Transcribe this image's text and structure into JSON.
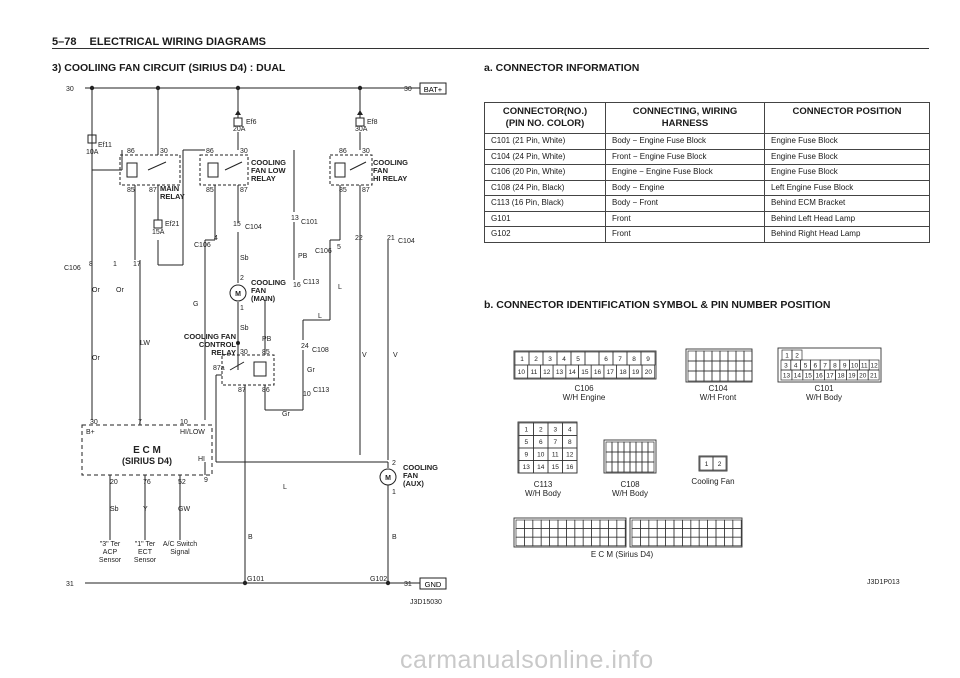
{
  "header": {
    "page_number": "5–78",
    "title": "ELECTRICAL WIRING DIAGRAMS"
  },
  "circuit": {
    "title": "3) COOLIING FAN CIRCUIT (SIRIUS D4) : DUAL",
    "bat_label": "BAT+",
    "gnd_label": "GND",
    "line_30": "30",
    "line_31": "31",
    "code": "J3D15030",
    "fuses": {
      "ef11_name": "Ef11",
      "ef11_amp": "10A",
      "ef6_name": "Ef6",
      "ef6_amp": "20A",
      "ef8_name": "Ef8",
      "ef8_amp": "30A",
      "ef21_name": "Ef21",
      "ef21_amp": "15A"
    },
    "relays": {
      "main": "MAIN\nRELAY",
      "low": "COOLING\nFAN LOW\nRELAY",
      "hi": "COOLING\nFAN\nHI RELAY",
      "control": "COOLING FAN\nCONTROL\nRELAY"
    },
    "pins": {
      "p86": "86",
      "p30": "30",
      "p85": "85",
      "p87": "87",
      "p87a": "87a"
    },
    "motors": {
      "main": "COOLING\nFAN\n(MAIN)",
      "aux": "COOLING\nFAN\n(AUX)",
      "m": "M"
    },
    "connectors": {
      "c104": "C104",
      "c101": "C101",
      "c106": "C106",
      "c113": "C113",
      "c108": "C108"
    },
    "pin_numbers": {
      "n1": "1",
      "n2": "2",
      "n4": "4",
      "n5": "5",
      "n7": "7",
      "n8": "8",
      "n9": "9",
      "n10": "10",
      "n13": "13",
      "n15": "15",
      "n16": "16",
      "n17": "17",
      "n20": "20",
      "n21": "21",
      "n22": "22",
      "n24": "24",
      "n30": "30",
      "n52": "52",
      "n76": "76"
    },
    "wires": {
      "or": "Or",
      "lw": "LW",
      "g": "G",
      "sb": "Sb",
      "pb": "PB",
      "l": "L",
      "gr": "Gr",
      "v": "V",
      "b": "B",
      "y": "Y",
      "gw": "GW"
    },
    "ecm": {
      "name": "E  C  M",
      "sub": "(SIRIUS D4)",
      "b_plus": "B+",
      "hi_low": "HI/LOW",
      "hi": "HI"
    },
    "sensors": {
      "s3": "\"3\" Ter\nACP\nSensor",
      "s1": "\"1\" Ter\nECT\nSensor",
      "ac": "A/C Switch\nSignal"
    },
    "grounds": {
      "g101": "G101",
      "g102": "G102"
    }
  },
  "connector_info": {
    "title": "a. CONNECTOR INFORMATION",
    "columns": [
      "CONNECTOR(NO.)\n(PIN NO. COLOR)",
      "CONNECTING, WIRING HARNESS",
      "CONNECTOR POSITION"
    ],
    "rows": [
      [
        "C101 (21 Pin, White)",
        "Body − Engine Fuse Block",
        "Engine Fuse Block"
      ],
      [
        "C104 (24 Pin, White)",
        "Front − Engine Fuse Block",
        "Engine Fuse Block"
      ],
      [
        "C106 (20 Pin, White)",
        "Engine − Engine Fuse Block",
        "Engine Fuse Block"
      ],
      [
        "C108 (24 Pin, Black)",
        "Body − Engine",
        "Left Engine Fuse Block"
      ],
      [
        "C113 (16 Pin, Black)",
        "Body − Front",
        "Behind ECM Bracket"
      ],
      [
        "G101",
        "Front",
        "Behind Left Head Lamp"
      ],
      [
        "G102",
        "Front",
        "Behind Right Head Lamp"
      ]
    ]
  },
  "connector_id": {
    "title": "b. CONNECTOR IDENTIFICATION SYMBOL & PIN NUMBER POSITION",
    "c106_label": "C106\nW/H Engine",
    "c106_row1": [
      "1",
      "2",
      "3",
      "4",
      "5",
      "",
      "6",
      "7",
      "8",
      "9"
    ],
    "c106_row2": [
      "10",
      "11",
      "12",
      "13",
      "14",
      "15",
      "16",
      "17",
      "18",
      "19",
      "20"
    ],
    "c104_label": "C104\nW/H Front",
    "c101_label": "C101\nW/H Body",
    "c101_row1": [
      "1",
      "2"
    ],
    "c101_row2": [
      "3",
      "4",
      "5",
      "6",
      "7",
      "8",
      "9",
      "10",
      "11",
      "12"
    ],
    "c101_row3": [
      "13",
      "14",
      "15",
      "16",
      "17",
      "18",
      "19",
      "20",
      "21"
    ],
    "c113_label": "C113\nW/H Body",
    "c113_grid": [
      [
        "1",
        "2",
        "3",
        "4"
      ],
      [
        "5",
        "6",
        "7",
        "8"
      ],
      [
        "9",
        "10",
        "11",
        "12"
      ],
      [
        "13",
        "14",
        "15",
        "16"
      ]
    ],
    "c108_label": "C108\nW/H Body",
    "fan_label": "Cooling Fan",
    "fan_pins": [
      "1",
      "2"
    ],
    "ecm_label": "E C M (Sirius D4)",
    "code": "J3D1P013"
  },
  "watermark": "carmanualsonline.info"
}
